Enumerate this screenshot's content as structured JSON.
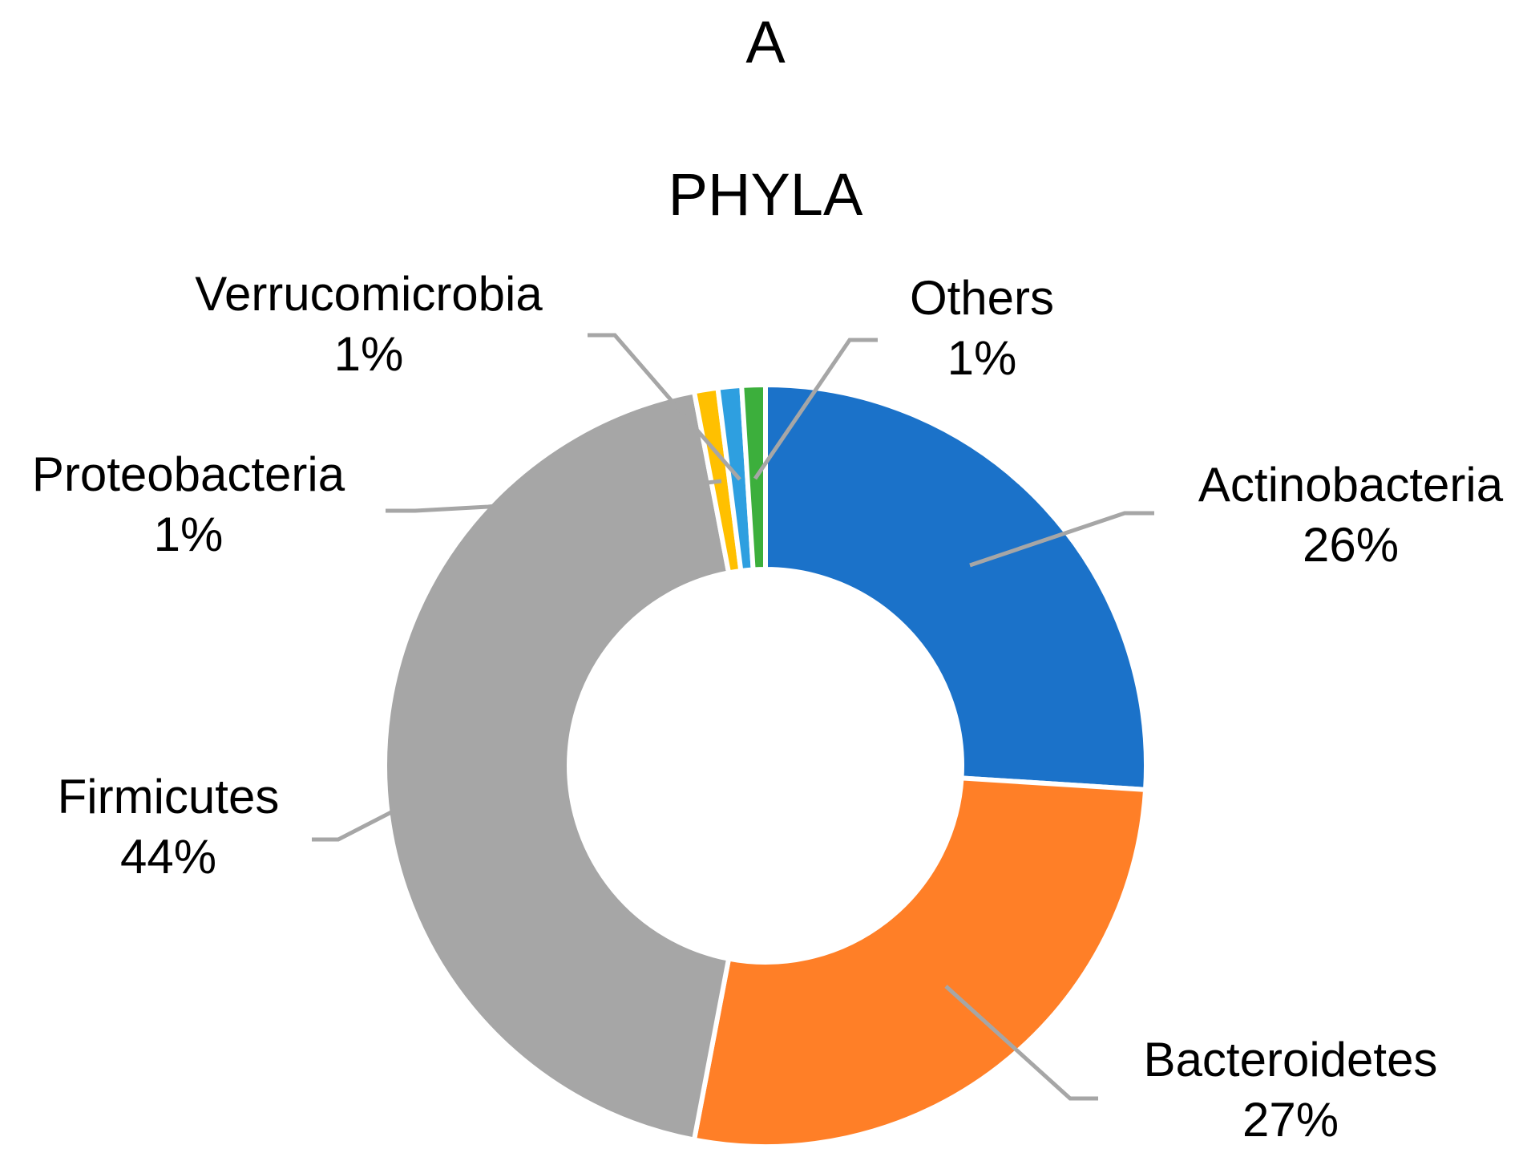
{
  "chart_data": {
    "type": "pie",
    "variant": "donut",
    "panel_label": "A",
    "title": "PHYLA",
    "slices": [
      {
        "name": "Actinobacteria",
        "value": 26,
        "label": "26%",
        "color": "#1B72C9"
      },
      {
        "name": "Bacteroidetes",
        "value": 27,
        "label": "27%",
        "color": "#FF7F27"
      },
      {
        "name": "Firmicutes",
        "value": 44,
        "label": "44%",
        "color": "#A6A6A6"
      },
      {
        "name": "Proteobacteria",
        "value": 1,
        "label": "1%",
        "color": "#FFC000"
      },
      {
        "name": "Verrucomicrobia",
        "value": 1,
        "label": "1%",
        "color": "#2E9FE0"
      },
      {
        "name": "Others",
        "value": 1,
        "label": "1%",
        "color": "#3CAF3C"
      }
    ],
    "leader_line_color": "#A6A6A6",
    "legend": "none"
  }
}
